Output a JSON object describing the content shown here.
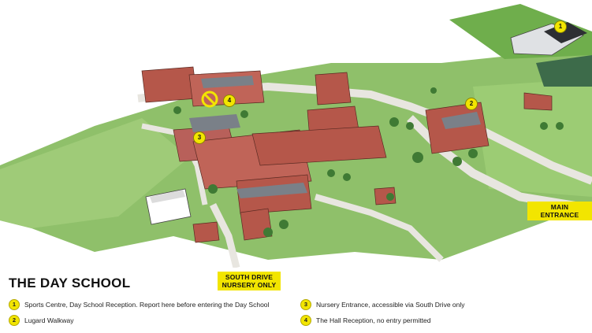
{
  "title": "THE DAY SCHOOL",
  "labels": {
    "main_entrance": "MAIN ENTRANCE",
    "south_drive": "SOUTH DRIVE NURSERY ONLY"
  },
  "markers": [
    "1",
    "2",
    "3",
    "4"
  ],
  "legend": [
    {
      "num": "1",
      "text": "Sports Centre, Day School Reception. Report here before entering the Day School"
    },
    {
      "num": "2",
      "text": "Lugard Walkway"
    },
    {
      "num": "3",
      "text": "Nursery Entrance, accessible via South Drive only"
    },
    {
      "num": "4",
      "text": "The Hall Reception, no entry permitted"
    }
  ],
  "colors": {
    "grass": "#8fc06a",
    "path": "#e8e6e0",
    "brick": "#b5574a",
    "roof": "#7a8088",
    "highlight": "#f2e500"
  },
  "icons": {
    "no_entry": "no-entry-icon"
  }
}
